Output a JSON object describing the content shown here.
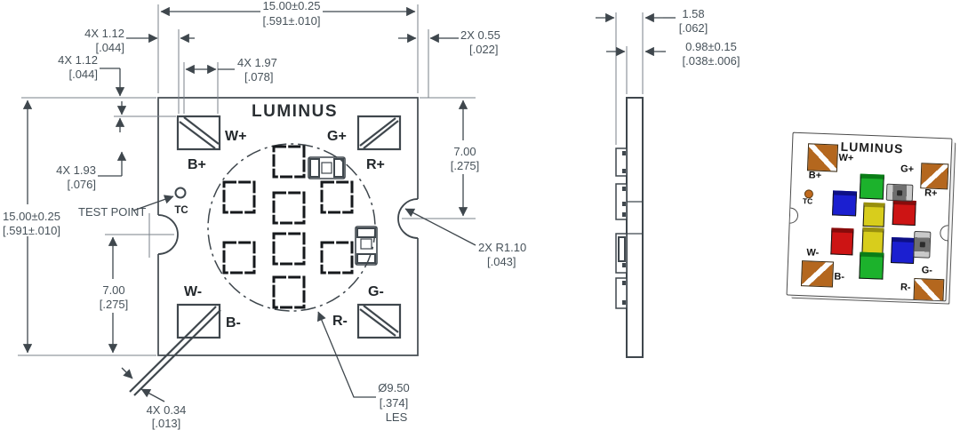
{
  "front_view": {
    "logo": "LUMINUS",
    "pad_labels": {
      "w_plus": "W+",
      "b_plus": "B+",
      "g_plus": "G+",
      "r_plus": "R+",
      "w_minus": "W-",
      "b_minus": "B-",
      "g_minus": "G-",
      "r_minus": "R-"
    },
    "tc_label": "TC",
    "test_point": "TEST POINT",
    "dims": {
      "width_top": {
        "mm": "15.00±0.25",
        "inch": "[.591±.010]"
      },
      "height_left": {
        "mm": "15.00±0.25",
        "inch": "[.591±.010]"
      },
      "pad_inset_h": {
        "mm": "4X  1.12",
        "inch": "[.044]"
      },
      "pad_inset_v": {
        "mm": "4X  1.12",
        "inch": "[.044]"
      },
      "pad_pitch": {
        "mm": "4X  1.97",
        "inch": "[.078]"
      },
      "pad_height": {
        "mm": "4X  1.93",
        "inch": "[.076]"
      },
      "edge_offset": {
        "mm": "2X  0.55",
        "inch": "[.022]"
      },
      "notch_pos_right": {
        "mm": "7.00",
        "inch": "[.275]"
      },
      "notch_pos_left": {
        "mm": "7.00",
        "inch": "[.275]"
      },
      "notch_radius": {
        "mm": "2X  R1.10",
        "inch": "[.043]"
      },
      "trace_gap": {
        "mm": "4X  0.34",
        "inch": "[.013]"
      },
      "les": {
        "mm": "Ø9.50",
        "inch": "[.374]",
        "label": "LES"
      }
    }
  },
  "side_view": {
    "dims": {
      "total_thickness": {
        "mm": "1.58",
        "inch": "[.062]"
      },
      "board_thickness": {
        "mm": "0.98±0.15",
        "inch": "[.038±.006]"
      }
    }
  },
  "render_view": {
    "logo": "LUMINUS",
    "pad_labels": {
      "w_plus": "W+",
      "b_plus": "B+",
      "g_plus": "G+",
      "r_plus": "R+",
      "w_minus": "W-",
      "b_minus": "B-",
      "g_minus": "G-",
      "r_minus": "R-"
    },
    "tc_label": "TC",
    "colors": {
      "copper": "#b4671e",
      "green": "#1cb22c",
      "blue": "#1b1fd0",
      "yellow": "#d8cd1c",
      "red": "#cd1414",
      "smd": "#9b9b9b",
      "board": "#ffffff",
      "outline": "#4a4a4a"
    },
    "dies": [
      {
        "color": "green"
      },
      {
        "color": "blue"
      },
      {
        "color": "yellow"
      },
      {
        "color": "red"
      },
      {
        "color": "red"
      },
      {
        "color": "yellow"
      },
      {
        "color": "blue"
      },
      {
        "color": "green"
      }
    ]
  }
}
